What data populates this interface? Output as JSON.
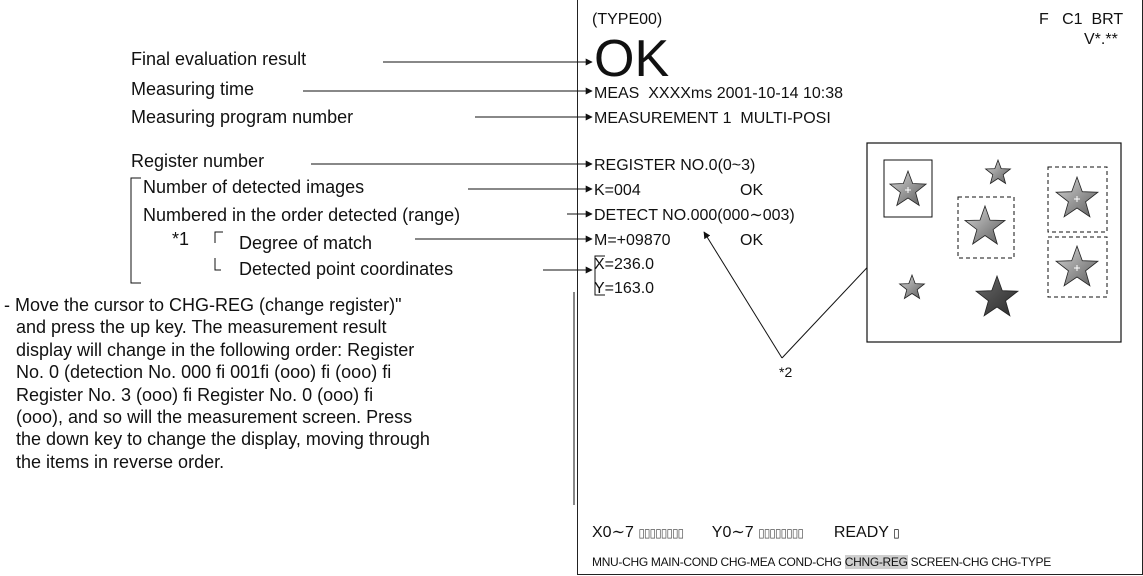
{
  "labels": {
    "final_eval": "Final evaluation result",
    "meas_time": "Measuring time",
    "prog_num": "Measuring program number",
    "reg_num": "Register number",
    "num_detected": "Number of detected images",
    "numbered": "Numbered in the order detected (range)",
    "star1": "*1",
    "degree": "Degree of match",
    "coords": "Detected point coordinates",
    "star2": "*2"
  },
  "note_lines": [
    "- Move the cursor to  CHG-REG (change register)\"",
    "and press the up key. The measurement result",
    "display will change in the following order: Register",
    "No. 0 (detection No. 000 fi 001fi (ooo) fi (ooo) fi",
    "Register No. 3 (ooo) fi Register No. 0 (ooo) fi",
    "(ooo), and so will the measurement screen. Press",
    "the down key to change the display, moving through",
    "the items in reverse order."
  ],
  "screen": {
    "type": "(TYPE00)",
    "status_right": "F   C1  BRT",
    "version": "V*.**",
    "result": "OK",
    "meas_line": "MEAS  XXXXms 2001-10-14 10:38",
    "measurement_line": "MEASUREMENT 1  MULTI-POSI",
    "register_line": "REGISTER NO.0(0~3)",
    "k_line": "K=004",
    "k_status": "OK",
    "detect_line": "DETECT NO.000(000∼003)",
    "m_line": "M=+09870",
    "m_status": "OK",
    "x_line": "X=236.0",
    "y_line": "Y=163.0",
    "io_x": "X0∼7",
    "io_x_boxes": "▯▯▯▯▯▯▯▯",
    "io_y": "Y0∼7",
    "io_y_boxes": "▯▯▯▯▯▯▯▯",
    "ready": "READY",
    "ready_icon": "▯",
    "menu": [
      "MNU-CHG",
      "MAIN-COND",
      "CHG-MEA",
      "COND-CHG",
      "CHNG-REG",
      "SCREEN-CHG",
      "CHG-TYPE"
    ],
    "menu_selected": "CHNG-REG"
  },
  "icons": [
    "star-icon",
    "arrow-icon"
  ]
}
